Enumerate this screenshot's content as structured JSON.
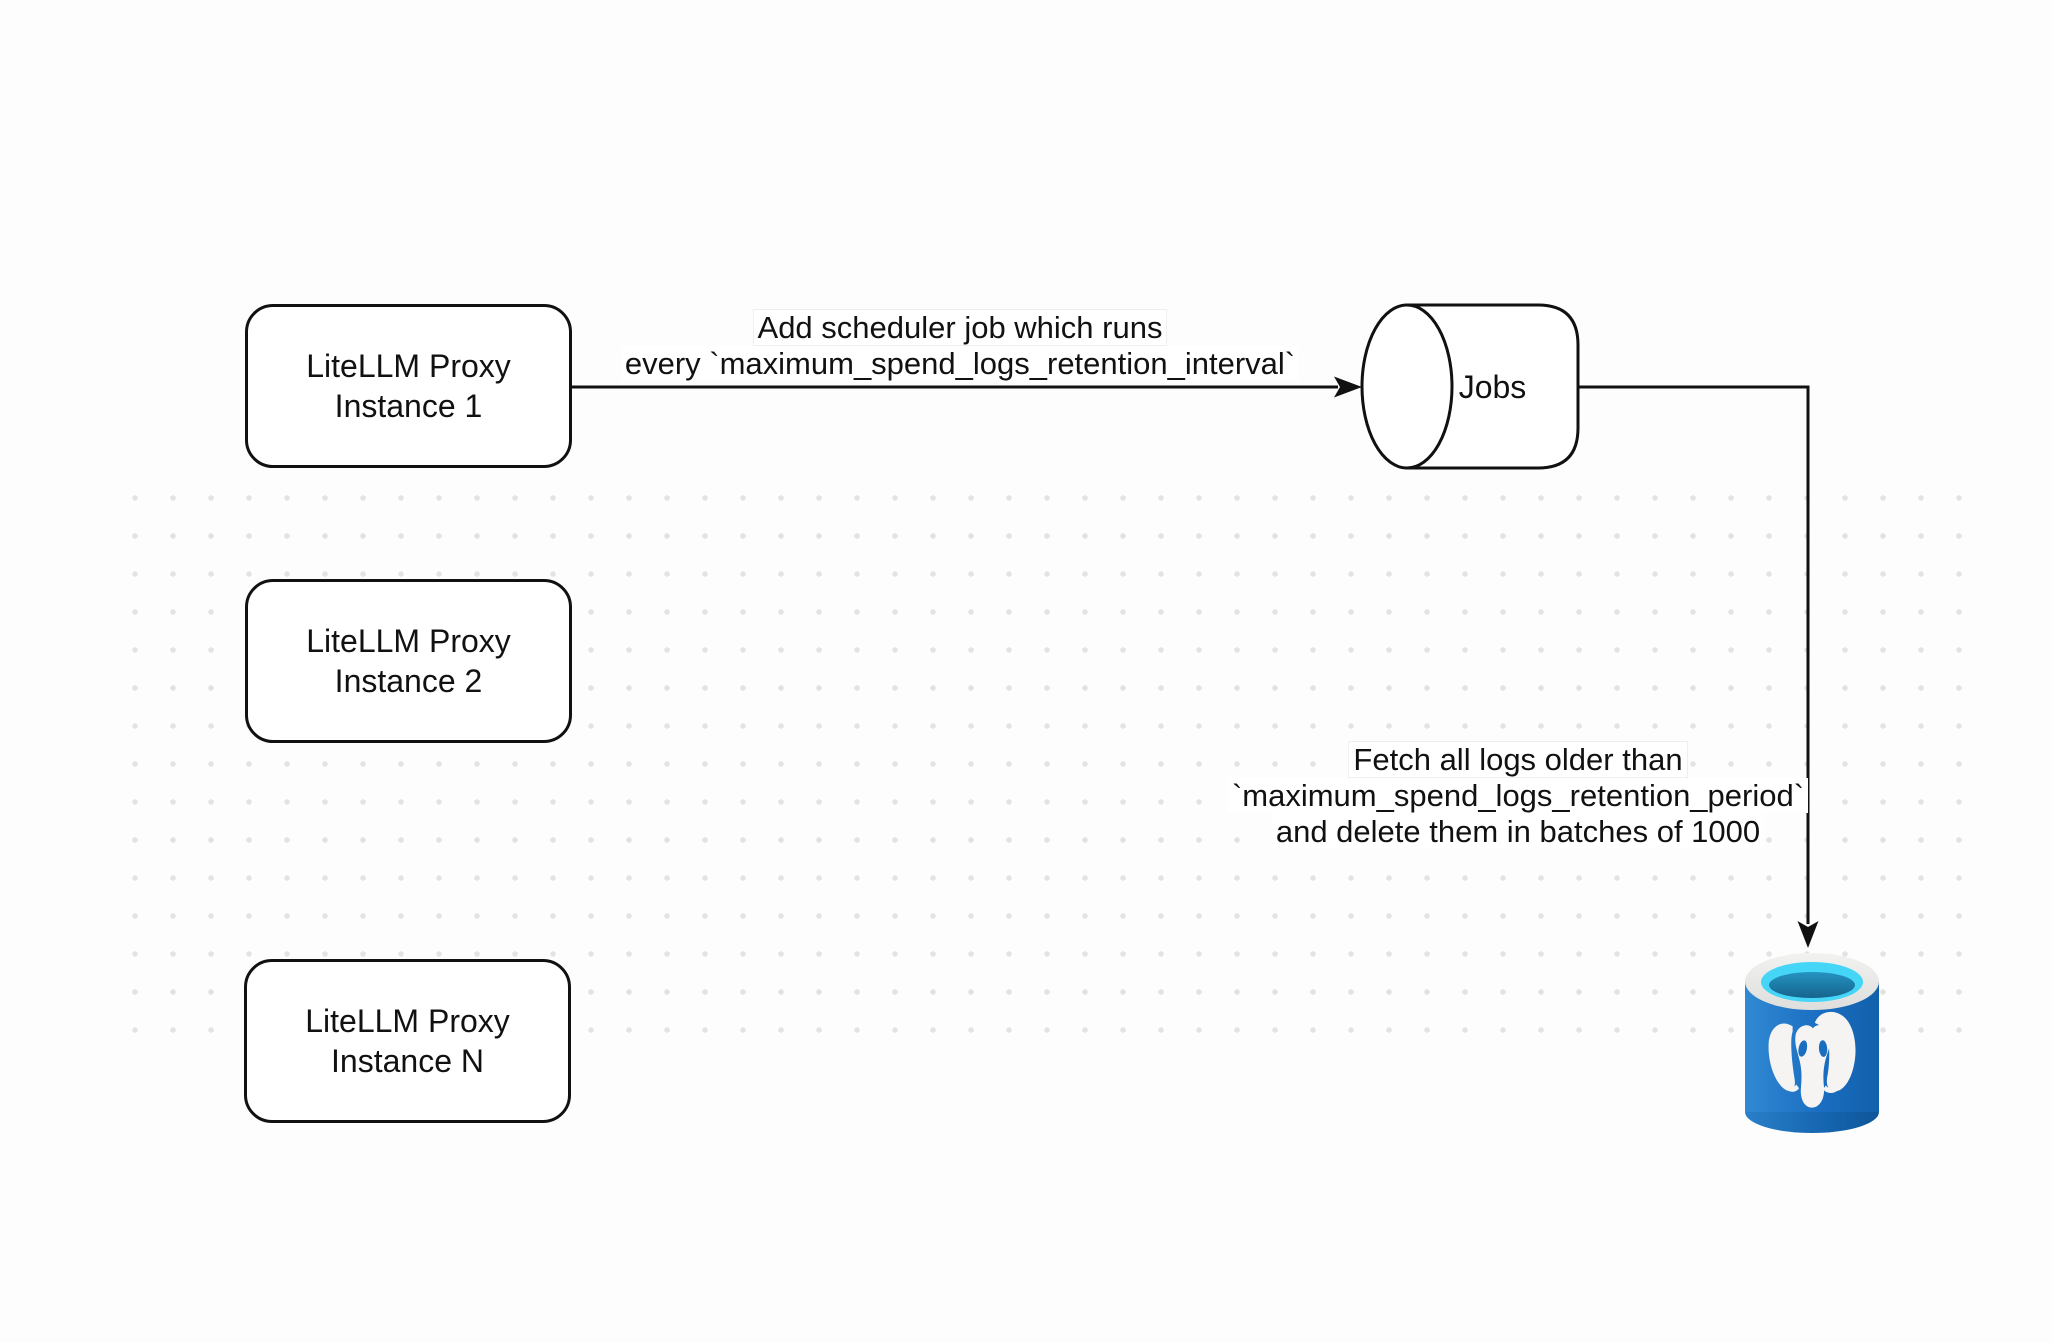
{
  "diagram": {
    "nodes": {
      "proxy1": {
        "line1": "LiteLLM Proxy",
        "line2": "Instance 1"
      },
      "proxy2": {
        "line1": "LiteLLM Proxy",
        "line2": "Instance 2"
      },
      "proxyN": {
        "line1": "LiteLLM Proxy",
        "line2": "Instance N"
      },
      "jobs": {
        "label": "Jobs"
      },
      "database": {
        "icon": "postgresql-database-icon"
      }
    },
    "edges": {
      "proxy1_to_jobs": {
        "label_line1": "Add scheduler job which runs",
        "label_line2": "every `maximum_spend_logs_retention_interval`"
      },
      "jobs_to_database": {
        "label_line1": "Fetch all logs older than",
        "label_line2": "`maximum_spend_logs_retention_period`",
        "label_line3": "and delete them in batches of 1000"
      }
    },
    "colors": {
      "canvas_background": "#fdfdfd",
      "grid_dot": "#e3e3e3",
      "stroke": "#111111",
      "node_fill": "#ffffff",
      "postgres_blue": "#1b6ec2",
      "postgres_blue_dark": "#1160ab",
      "postgres_cyan": "#45d5f7",
      "postgres_rim": "#e9e9e7",
      "elephant_white": "#f5f4f2"
    }
  }
}
